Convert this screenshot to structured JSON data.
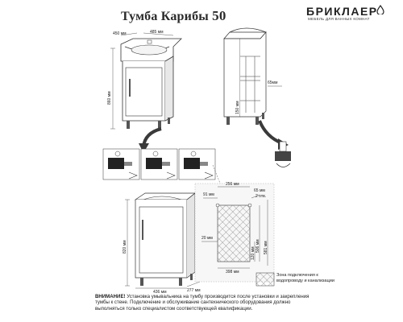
{
  "header": {
    "title": "Тумба Карибы",
    "model": "50",
    "brand": "БРИКЛАЕР",
    "brand_tagline": "МЕБЕЛЬ ДЛЯ ВАННЫХ КОМНАТ"
  },
  "dims_top": {
    "width_450": "450 мм",
    "width_485": "485 мм",
    "height_860": "860 мм",
    "side_150": "150 мм",
    "leg_65": "65мм"
  },
  "dims_bottom": {
    "width_436": "436 мм",
    "depth_277": "277 мм",
    "height_820": "820 мм",
    "w_256": "256 мм",
    "d_91": "91 мм",
    "d_65": "65 мм",
    "two_pcs": "2 отв.",
    "h_120": "120 мм",
    "h_506": "506 мм",
    "h_581": "581 мм",
    "w_20": "20 мм",
    "w_398": "398 мм"
  },
  "legend": {
    "text": "Зона подключения к водопроводу и канализации"
  },
  "note": {
    "heading": "ВНИМАНИЕ!",
    "body": " Установка умывальника на тумбу производится после установки и закрепления тумбы к стене. Подключение и обслуживание сантехнического оборудования должно выполняться только специалистом соответствующей квалификации."
  },
  "colors": {
    "line": "#333333",
    "shade": "#d8d8d8",
    "dark": "#555555",
    "arrow": "#3a3a3a"
  }
}
